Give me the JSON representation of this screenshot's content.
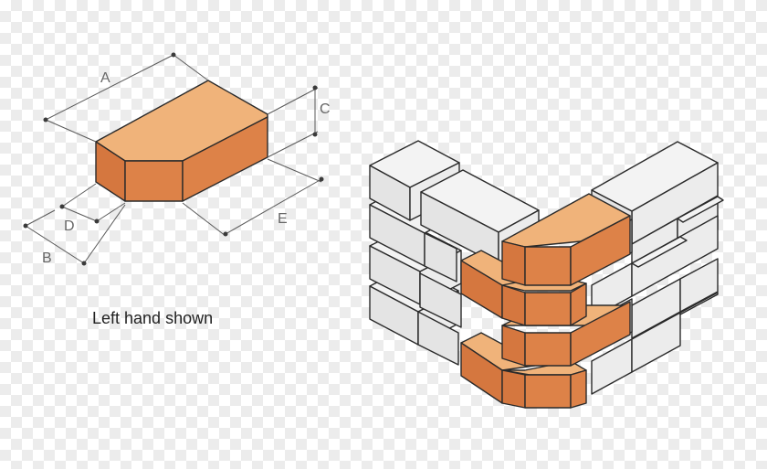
{
  "labels": {
    "a": "A",
    "b": "B",
    "c": "C",
    "d": "D",
    "e": "E"
  },
  "caption": "Left hand shown",
  "colors": {
    "brick_top": "#f0b37a",
    "brick_left": "#d5773f",
    "brick_front": "#dd8248",
    "white_top": "#f3f3f3",
    "white_left": "#e4e4e4",
    "white_front": "#ececec"
  }
}
